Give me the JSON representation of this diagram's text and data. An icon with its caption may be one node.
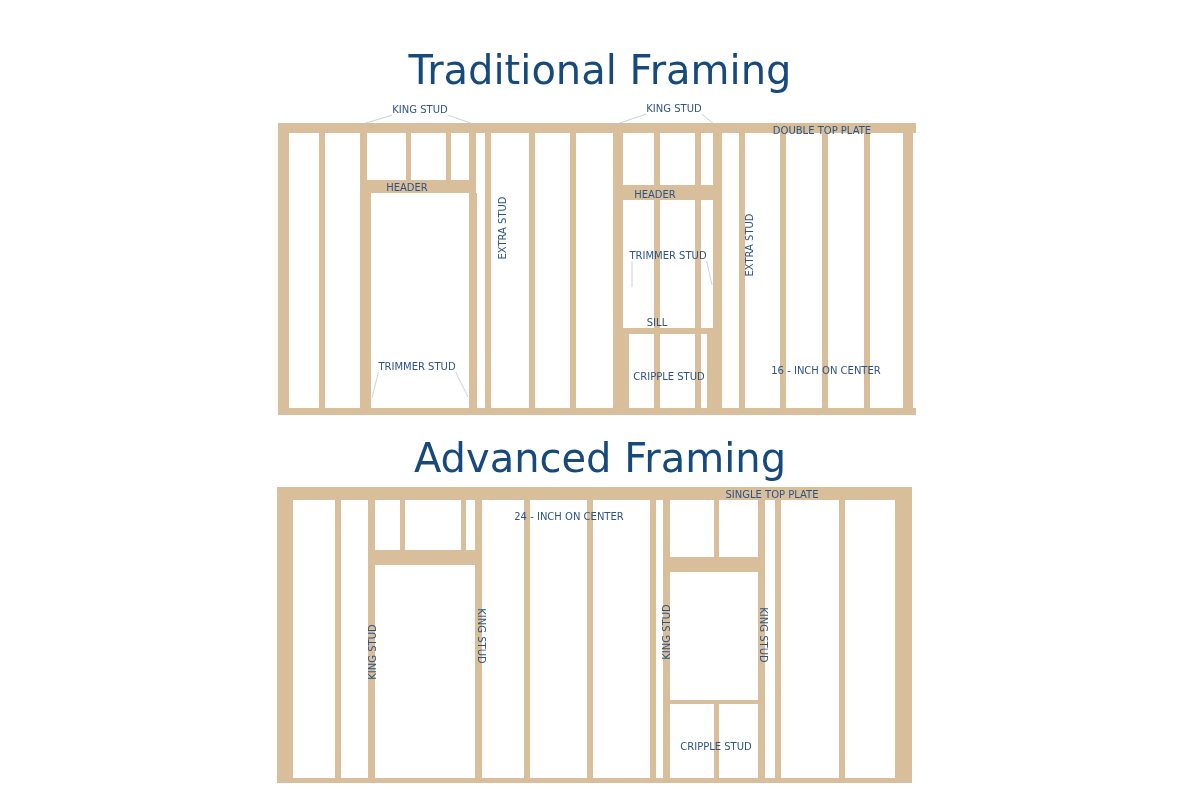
{
  "diagram": {
    "nodes": [
      {
        "text": [
          "KING STUD"
        ]
      },
      {
        "text": [
          "KING STUD"
        ]
      },
      {
        "text": [
          "TRIMMER STUD"
        ]
      },
      {
        "text": [
          "TRIMMER STUD"
        ]
      }
    ],
    "edges": [
      {
        "from": 0,
        "to": null,
        "arrow": "none"
      },
      {
        "from": 0,
        "to": null,
        "arrow": "none"
      },
      {
        "from": 1,
        "to": null,
        "arrow": "none"
      },
      {
        "from": 1,
        "to": null,
        "arrow": "none"
      },
      {
        "from": 2,
        "to": null,
        "arrow": "none"
      },
      {
        "from": 2,
        "to": null,
        "arrow": "none"
      },
      {
        "from": 3,
        "to": null,
        "arrow": "none"
      },
      {
        "from": 3,
        "to": null,
        "arrow": "none"
      }
    ],
    "labels": [
      "Traditional Framing",
      "DOUBLE TOP PLATE",
      "HEADER",
      "HEADER",
      "EXTRA STUD",
      "EXTRA STUD",
      "SILL",
      "CRIPPLE STUD",
      "16 - INCH ON CENTER",
      "Advanced Framing",
      "SINGLE TOP PLATE",
      "24 - INCH ON CENTER",
      "KING STUD",
      "KING STUD",
      "KING STUD",
      "KING STUD",
      "CRIPPLE STUD"
    ]
  }
}
